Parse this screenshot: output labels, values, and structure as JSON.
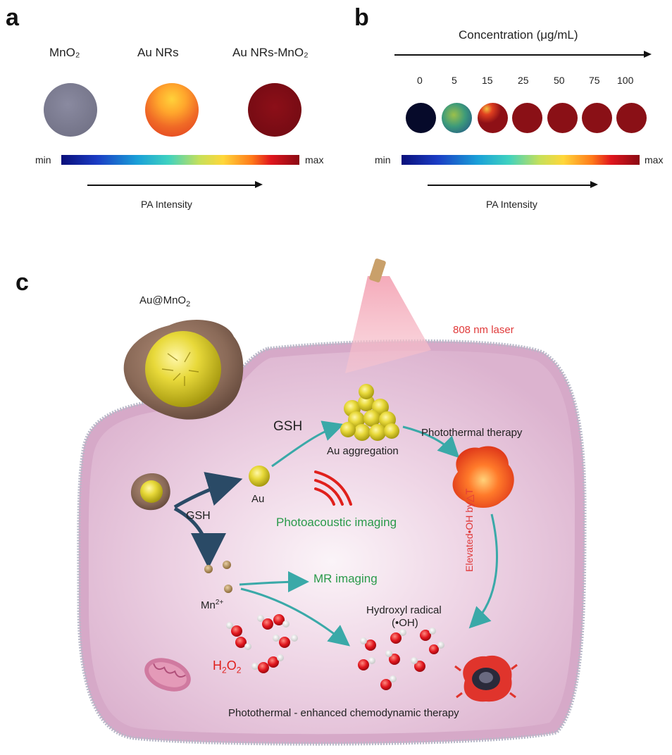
{
  "panel_a": {
    "letter": "a",
    "samples": [
      "MnO₂",
      "Au NRs",
      "Au NRs-MnO₂"
    ],
    "sample_colors": [
      "#7c7c90",
      "#f07a28",
      "#7b0c14"
    ],
    "scale_min": "min",
    "scale_max": "max",
    "intensity_label": "PA Intensity"
  },
  "panel_b": {
    "letter": "b",
    "axis_label": "Concentration (μg/mL)",
    "concentrations": [
      "0",
      "5",
      "15",
      "25",
      "50",
      "75",
      "100"
    ],
    "sample_colors": [
      "#060a2a",
      "#2e7a6a",
      "#8e1016",
      "#8a1016",
      "#8a1016",
      "#8a1016",
      "#8a1016"
    ],
    "scale_min": "min",
    "scale_max": "max",
    "intensity_label": "PA Intensity"
  },
  "panel_c": {
    "letter": "c",
    "nanoparticle": "Au@MnO",
    "nanoparticle_sub": "2",
    "laser": "808 nm laser",
    "gsh_top": "GSH",
    "gsh_left": "GSH",
    "au_label": "Au",
    "aggregation": "Au aggregation",
    "ptt": "Photothermal therapy",
    "pai": "Photoacoustic imaging",
    "mn": "Mn",
    "mn_sup": "2+",
    "mri": "MR imaging",
    "hydroxyl_1": "Hydroxyl radical",
    "hydroxyl_2": "(•OH)",
    "elevated": "Elevated•OH by△T",
    "h2o2_h": "H",
    "h2o2_2a": "2",
    "h2o2_o": "O",
    "h2o2_2b": "2",
    "cdt": "Photothermal - enhanced chemodynamic therapy"
  }
}
